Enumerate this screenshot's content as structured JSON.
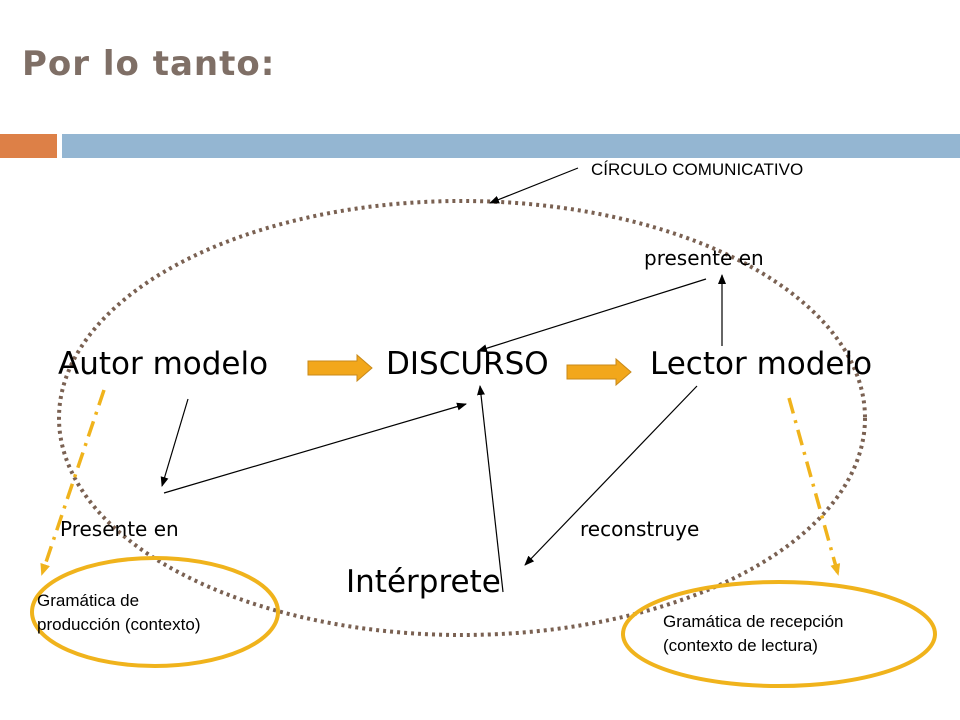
{
  "slide": {
    "title": "Por lo tanto:"
  },
  "diagram": {
    "circle_label": "CÍRCULO COMUNICATIVO",
    "nodes": {
      "autor": "Autor modelo",
      "discurso": "DISCURSO",
      "lector": "Lector modelo",
      "interprete": "Intérprete"
    },
    "edge_labels": {
      "presente_en_top": "presente en",
      "presente_en_left": "Presente en",
      "reconstruye": "reconstruye"
    },
    "callouts": {
      "produccion_line1": "Gramática de",
      "produccion_line2": "producción (contexto)",
      "recepcion_line1": "Gramática de recepción",
      "recepcion_line2": "(contexto de lectura)"
    }
  },
  "colors": {
    "title": "#7f6f66",
    "accent_orange": "#dd8047",
    "accent_blue": "#94b6d2",
    "dotted_circle": "#7a6152",
    "block_arrow": "#f0b31c",
    "callout_ellipse": "#f0b31c"
  }
}
